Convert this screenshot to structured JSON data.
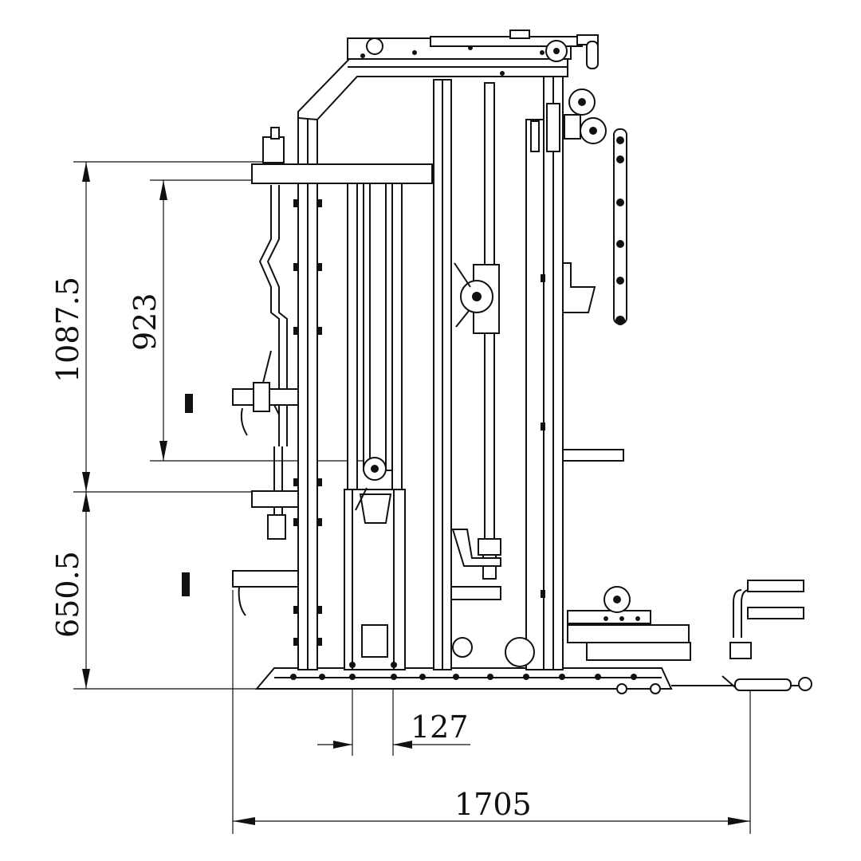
{
  "dimensions": {
    "height_total": "1087.5",
    "height_upper": "923",
    "height_lower": "650.5",
    "spacing": "127",
    "width_total": "1705"
  },
  "colors": {
    "line": "#111111",
    "background": "#ffffff"
  }
}
